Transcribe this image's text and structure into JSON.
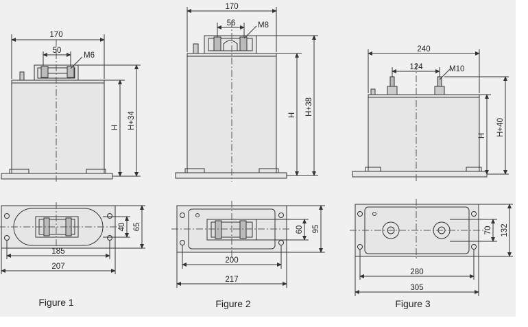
{
  "figures": [
    {
      "caption": "Figure 1",
      "front": {
        "width": "170",
        "spacing": "50",
        "thread": "M6",
        "height": "H",
        "total_height": "H+34"
      },
      "base": {
        "inner_length": "185",
        "outer_length": "207",
        "inner_width": "40",
        "outer_width": "65"
      }
    },
    {
      "caption": "Figure 2",
      "front": {
        "width": "170",
        "spacing": "56",
        "thread": "M8",
        "height": "H",
        "total_height": "H+38"
      },
      "base": {
        "inner_length": "200",
        "outer_length": "217",
        "inner_width": "60",
        "outer_width": "95"
      }
    },
    {
      "caption": "Figure 3",
      "front": {
        "width": "240",
        "spacing": "124",
        "thread": "M10",
        "height": "H",
        "total_height": "H+40"
      },
      "base": {
        "inner_length": "280",
        "outer_length": "305",
        "inner_width": "70",
        "outer_width": "132"
      }
    }
  ],
  "colors": {
    "line": "#333333",
    "body_fill": "#e6e6e6",
    "panel": "#f0f0f0",
    "centerline": "#555555"
  }
}
